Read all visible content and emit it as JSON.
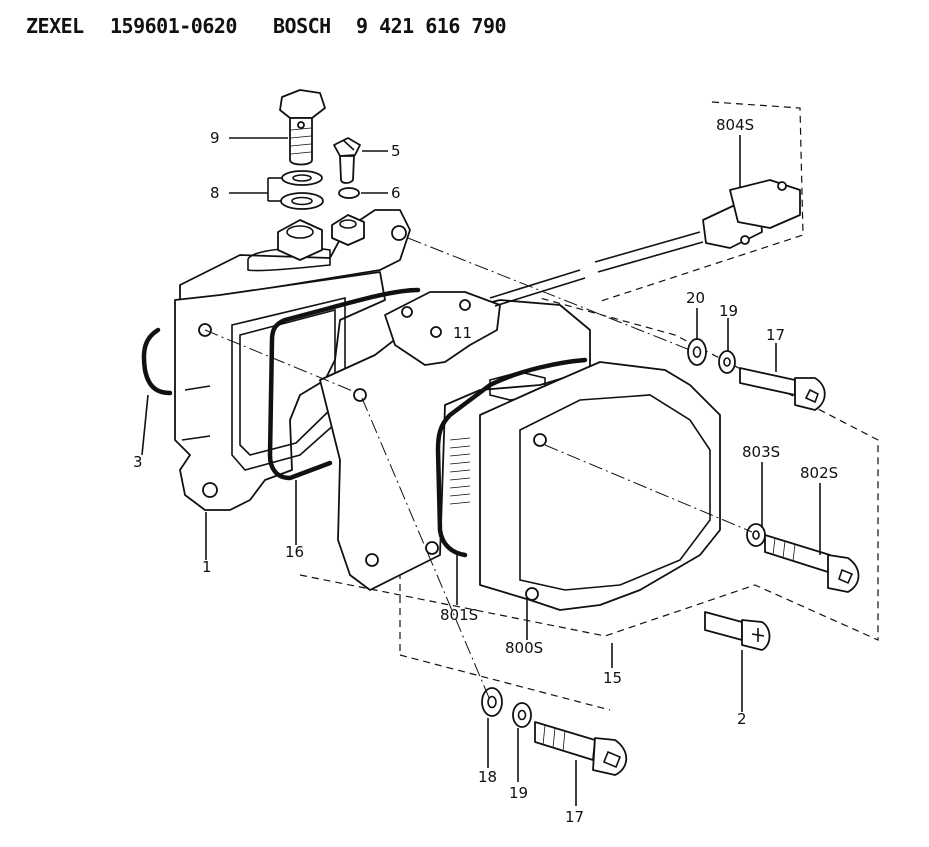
{
  "header": {
    "brand": "ZEXEL",
    "zexel_number": "159601-0620",
    "bosch_label": "BOSCH",
    "bosch_number": "9 421 616 790"
  },
  "callouts": {
    "c1": "1",
    "c2": "2",
    "c3": "3",
    "c5": "5",
    "c6": "6",
    "c8": "8",
    "c9": "9",
    "c11": "11",
    "c15": "15",
    "c16": "16",
    "c17a": "17",
    "c17b": "17",
    "c18": "18",
    "c19a": "19",
    "c19b": "19",
    "c20": "20",
    "c800s": "800S",
    "c801s": "801S",
    "c802s": "802S",
    "c803s": "803S",
    "c804s": "804S"
  }
}
